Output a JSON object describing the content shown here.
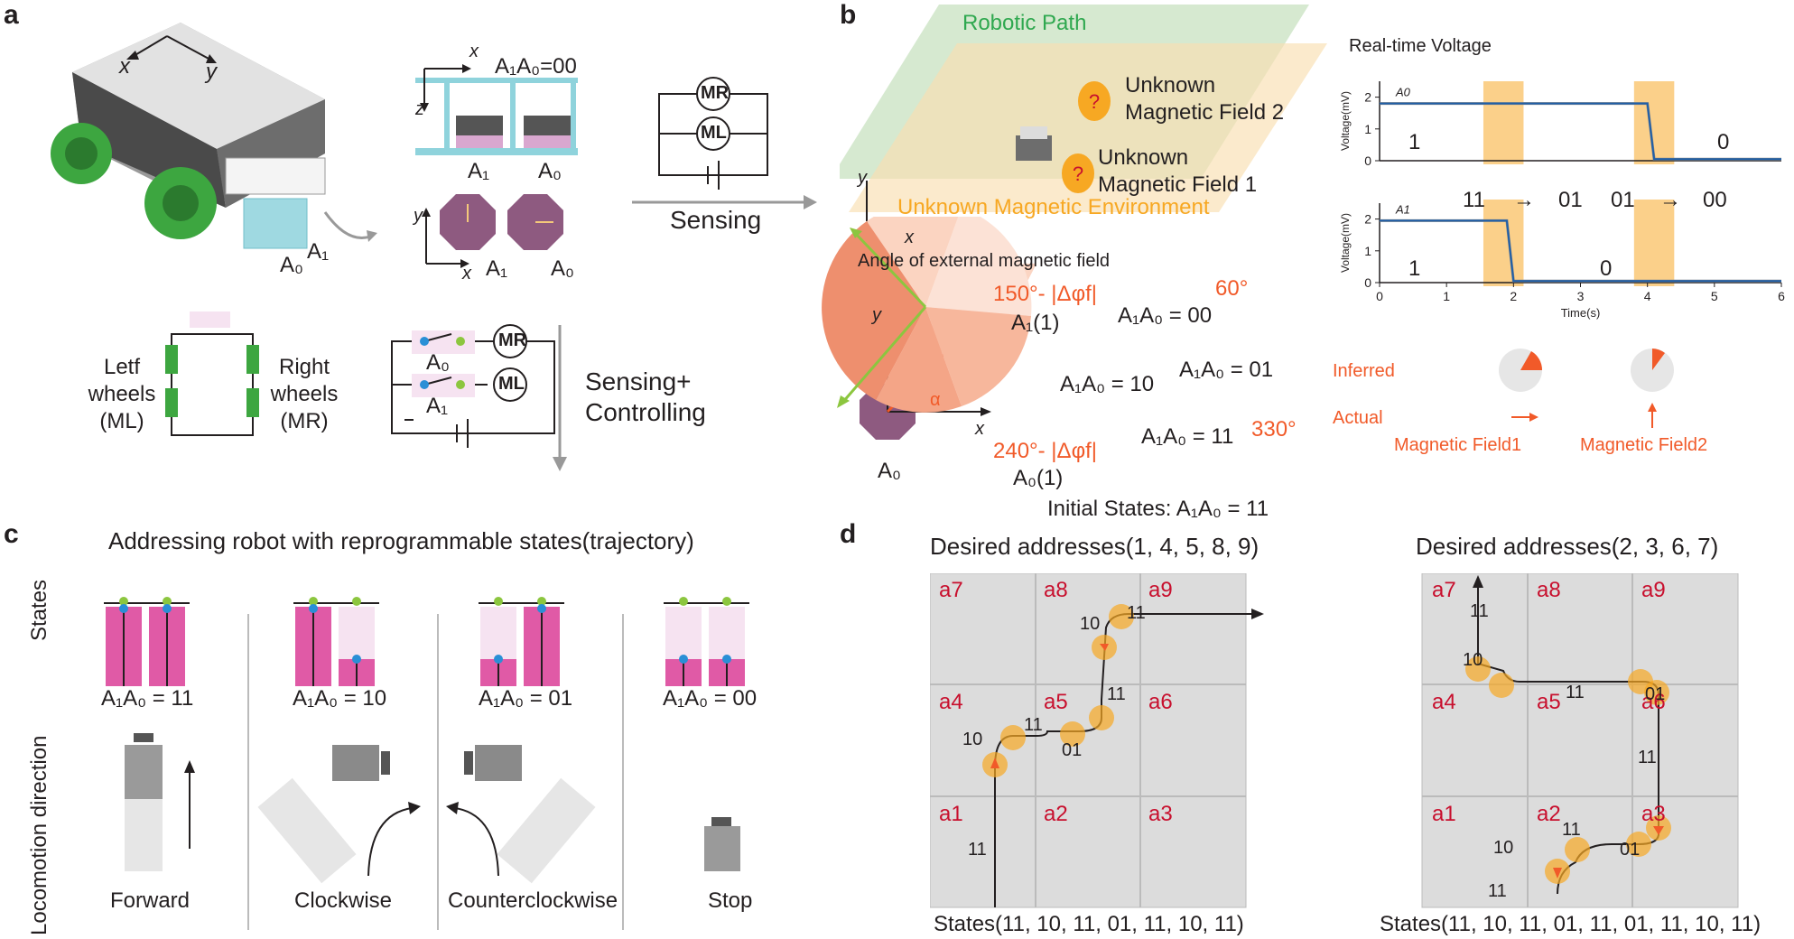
{
  "panels": {
    "a": "a",
    "b": "b",
    "c": "c",
    "d": "d"
  },
  "panel_a": {
    "robot_axes": {
      "x": "x",
      "y": "y"
    },
    "robot_labels": {
      "a0": "A₀",
      "a1": "A₁"
    },
    "state_label": "A₁A₀=00",
    "side_axes": {
      "x": "x",
      "z": "z"
    },
    "sensor_labels": {
      "a1": "A₁",
      "a0": "A₀"
    },
    "top_axes": {
      "x": "x",
      "y": "y"
    },
    "top_sensor_labels": {
      "a1": "A₁",
      "a0": "A₀"
    },
    "motor_r": "MR",
    "motor_l": "ML",
    "sensing": "Sensing",
    "left_wheels": [
      "Letf",
      "wheels",
      "(ML)"
    ],
    "right_wheels": [
      "Right",
      "wheels",
      "(MR)"
    ],
    "switch_a0": "A₀",
    "switch_a1": "A₁",
    "sensing_controlling": [
      "Sensing+",
      "Controlling"
    ]
  },
  "panel_b": {
    "robotic_path": "Robotic Path",
    "unknown_field_2": [
      "Unknown",
      "Magnetic Field 2"
    ],
    "unknown_field_1": [
      "Unknown",
      "Magnetic Field 1"
    ],
    "unknown_env": "Unknown Magnetic Environment",
    "axes": {
      "x": "x",
      "y": "y"
    },
    "angle_title": "Angle of external magnetic field",
    "alpha": "α",
    "a0_label": "A₀",
    "angle_150": "150°- |Δφf|",
    "angle_240": "240°- |Δφf|",
    "angle_60": "60°",
    "angle_330": "330°",
    "a1_one": "A₁(1)",
    "a0_one": "A₀(1)",
    "sectors": [
      "A₁A₀ = 00",
      "A₁A₀ = 10",
      "A₁A₀ = 01",
      "A₁A₀ = 11"
    ],
    "initial_states": "Initial States: A₁A₀ = 11",
    "realtime_title": "Real-time Voltage",
    "ylabel": "Voltage(mV)",
    "xlabel": "Time(s)",
    "trace_a0": "A0",
    "trace_a1": "A1",
    "level_labels_a0": [
      "1",
      "0"
    ],
    "level_labels_a1": [
      "1",
      "0"
    ],
    "transitions": [
      "11",
      "→",
      "01",
      "01",
      "→",
      "00"
    ],
    "inferred": "Inferred",
    "actual": "Actual",
    "field1": "Magnetic Field1",
    "field2": "Magnetic Field2"
  },
  "panel_c": {
    "title": "Addressing robot with reprogrammable states(trajectory)",
    "states_label": "States",
    "locomotion_label": "Locomotion direction",
    "states": [
      "A₁A₀ = 11",
      "A₁A₀ = 10",
      "A₁A₀ = 01",
      "A₁A₀ = 00"
    ],
    "motions": [
      "Forward",
      "Clockwise",
      "Counterclockwise",
      "Stop"
    ]
  },
  "panel_d": {
    "grid_labels": [
      "a7",
      "a8",
      "a9",
      "a4",
      "a5",
      "a6",
      "a1",
      "a2",
      "a3"
    ],
    "left": {
      "title": "Desired addresses(1, 4, 5, 8, 9)",
      "states": "States(11, 10, 11, 01, 11, 10, 11)",
      "path_labels": [
        "11",
        "10",
        "11",
        "01",
        "11",
        "10",
        "11"
      ]
    },
    "right": {
      "title": "Desired addresses(2, 3, 6, 7)",
      "states": "States(11, 10, 11, 01, 11, 01, 11, 10, 11)",
      "path_labels": [
        "11",
        "10",
        "11",
        "01",
        "11",
        "01",
        "11",
        "10",
        "11"
      ]
    }
  },
  "colors": {
    "sensor_blue": "#8fd3dc",
    "magenta": "#e05aa6",
    "pink_light": "#f6e3f1",
    "green": "#2fa84f",
    "orange": "#f15a29",
    "amber": "#f7a823",
    "trace_blue": "#1f5fa8",
    "grid_gray": "#d9d9d9"
  },
  "chart_data": [
    {
      "type": "line",
      "title": "Real-time Voltage",
      "xlabel": "",
      "ylabel": "Voltage(mV)",
      "xlim": [
        0,
        6
      ],
      "ylim": [
        0,
        2.5
      ],
      "series": [
        {
          "name": "A0",
          "x": [
            0,
            1.6,
            4.0,
            4.1,
            6
          ],
          "values": [
            1.8,
            1.8,
            1.8,
            0.05,
            0.05
          ]
        }
      ],
      "highlight_x": [
        [
          1.55,
          2.15
        ],
        [
          3.8,
          4.4
        ]
      ]
    },
    {
      "type": "line",
      "xlabel": "Time(s)",
      "ylabel": "Voltage(mV)",
      "xlim": [
        0,
        6
      ],
      "ylim": [
        0,
        2.5
      ],
      "series": [
        {
          "name": "A1",
          "x": [
            0,
            1.9,
            2.0,
            6
          ],
          "values": [
            1.95,
            1.95,
            0.05,
            0.05
          ]
        }
      ],
      "xticks": [
        0,
        1,
        2,
        3,
        4,
        5,
        6
      ]
    }
  ]
}
